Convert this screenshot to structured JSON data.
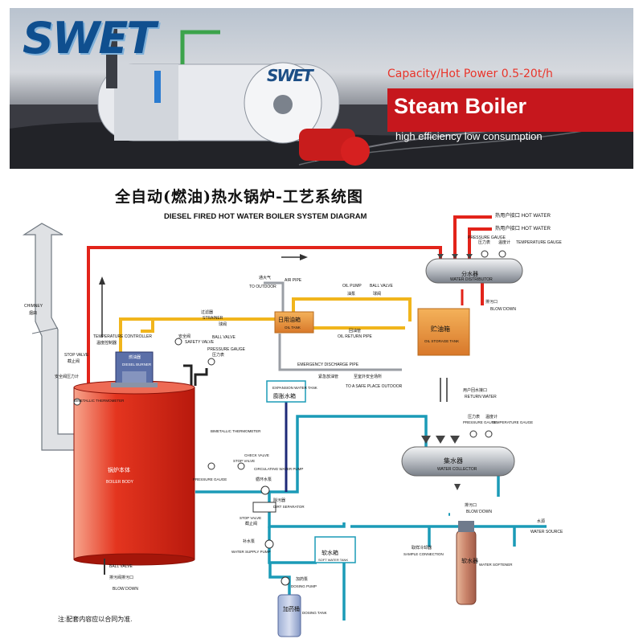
{
  "banner": {
    "logo": "SWET",
    "boiler_logo": "SWET",
    "capacity": "Capacity/Hot Power 0.5-20t/h",
    "title": "Steam Boiler",
    "subtitle": "high efficiency low consumption"
  },
  "diagram": {
    "title_zh": "全自动(燃油)热水锅炉-工艺系统图",
    "title_en": "DIESEL FIRED HOT WATER BOILER SYSTEM DIAGRAM",
    "labels": {
      "hot_water_1": "热用户接口 HOT WATER",
      "hot_water_2": "热用户接口 HOT WATER",
      "pressure_gauge_top": "PRESSURE GAUGE",
      "pressure_gauge_top_zh": "压力表",
      "thermometer_zh": "温度计",
      "temperature_gauge": "TEMPERATURE GAUGE",
      "distributor_zh": "分水器",
      "distributor": "WATER DISTRIBUTOR",
      "blow_down_zh_1": "排污口",
      "blow_down_1": "BLOW DOWN",
      "chimney": "CHIMNEY",
      "chimney_zh": "烟囱",
      "air_pipe": "AIR PIPE",
      "air_pipe_zh": "通大气",
      "to_outdoor": "TO OUTDOOR",
      "oil_pump": "OIL PUMP",
      "oil_pump_zh": "油泵",
      "ball_valve": "BALL VALVE",
      "ball_valve_zh": "球阀",
      "oil_tank_zh": "日用油箱",
      "oil_tank": "OIL TANK",
      "oil_storage_zh": "贮油箱",
      "oil_storage": "OIL STORAGE TANK",
      "oil_return_zh": "回油管",
      "oil_return": "OIL RETURN PIPE",
      "strainer_zh": "过滤器",
      "strainer": "STRAINER",
      "ball_valve_2_zh": "球阀",
      "ball_valve_2": "BALL VALVE",
      "safety_valve_zh": "安全阀",
      "safety_valve": "SAFETY VALVE",
      "temp_controller": "TEMPERATURE CONTROLLER",
      "temp_controller_zh": "温度控制器",
      "burner_zh": "燃油器",
      "burner": "DIESEL BURNER",
      "pressure_gauge_mid": "PRESSURE GAUGE",
      "pressure_gauge_mid_zh": "压力表",
      "emergency": "EMERGENCY DISCHARGE PIPE",
      "emergency_zh": "紧急放油管",
      "safe_place": "TO A SAFE PLACE OUTDOOR",
      "safe_place_zh": "至室外安全场所",
      "stop_valve": "STOP VALVE",
      "stop_valve_zh": "截止阀",
      "safety_gauge_zh": "安全阀压力计",
      "bimetal_1": "BIMETALLIC THERMOMETER",
      "expansion_tank": "EXPANSION WATER TANK",
      "expansion_tank_zh": "膨胀水箱",
      "return_water": "RETURN WATER",
      "return_water_zh": "用户回水接口",
      "pressure_gauge_right_zh": "压力表",
      "thermometer_right_zh": "温度计",
      "pressure_gauge_right": "PRESSURE GAUGE",
      "temperature_gauge_right": "TEMPERATURE GAUGE",
      "collector_zh": "集水器",
      "collector": "WATER COLLECTOR",
      "blow_down_zh_2": "排污口",
      "blow_down_2": "BLOW DOWN",
      "boiler_body_zh": "锅炉本体",
      "boiler_body": "BOILER BODY",
      "bimetal_2": "BIMETALLIC THERMOMETER",
      "pressure_gauge_left": "PRESSURE GAUGE",
      "check_valve": "CHECK VALVE",
      "stop_valve_2": "STOP VALVE",
      "circ_pump": "CIRCULATING WATER PUMP",
      "circ_pump_zh": "循环水泵",
      "dirt_separator": "DIRT SEPARATOR",
      "dirt_separator_zh": "除污器",
      "stop_valve_3": "STOP VALVE",
      "stop_valve_3_zh": "截止阀",
      "supply_pump_zh": "补水泵",
      "supply_pump": "WATER SUPPLY PUMP",
      "soft_tank_zh": "软水箱",
      "soft_tank": "SOFT WATER TANK",
      "sample_zh": "取样冷却器",
      "sample": "SAMPLE CONNECTION",
      "softener_zh": "软水器",
      "softener": "WATER SOFTENER",
      "water_source_zh": "水源",
      "water_source": "WATER SOURCE",
      "dosing_pump_zh": "加药泵",
      "dosing_pump": "DOSING PUMP",
      "dosing_tank_zh": "加药桶",
      "dosing_tank": "DOSING TANK",
      "ball_valve_3": "BALL VALVE",
      "blow_down_zh_3": "排污阀排污口",
      "blow_down_3": "BLOW DOWN",
      "left_safety_zh": "安全阀压力计",
      "note": "注:配套内容应以合同为准."
    }
  }
}
